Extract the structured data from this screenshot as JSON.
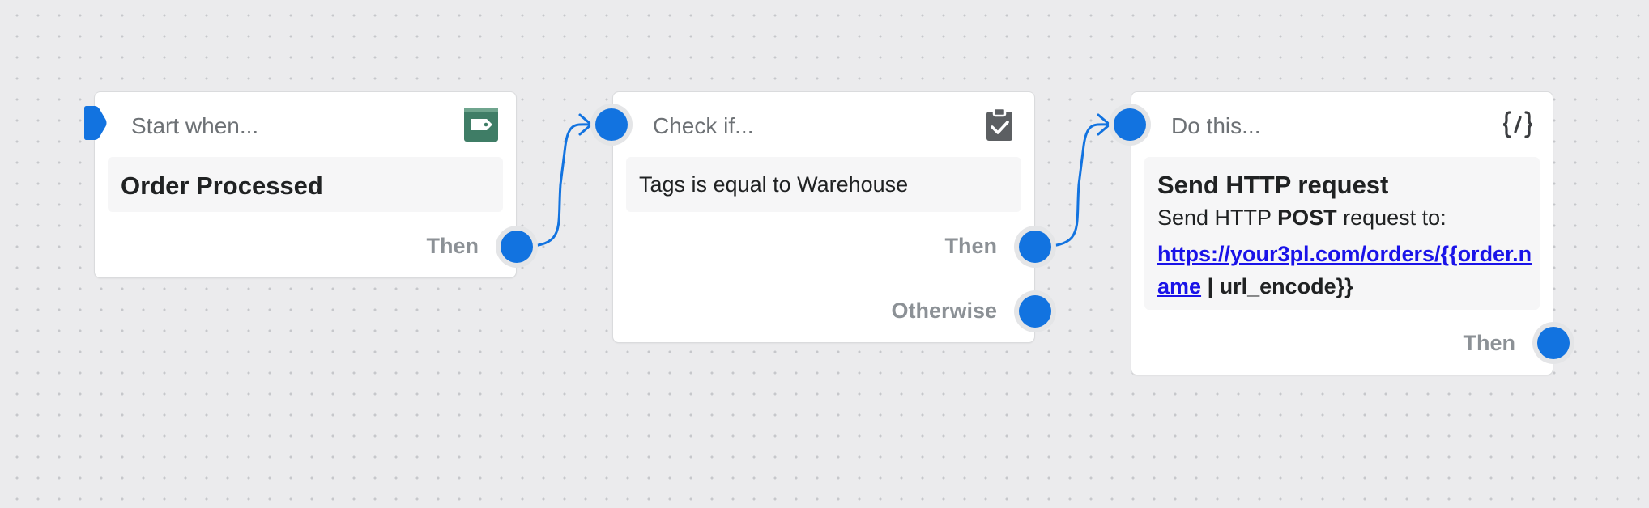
{
  "canvas": {
    "background": "#ebebed",
    "accent": "#1273e0"
  },
  "steps": [
    {
      "type": "trigger",
      "header": "Start when...",
      "icon": "order-tag-icon",
      "body": "Order Processed",
      "outputs": [
        "Then"
      ]
    },
    {
      "type": "condition",
      "header": "Check if...",
      "icon": "clipboard-check-icon",
      "body": "Tags is equal to Warehouse",
      "outputs": [
        "Then",
        "Otherwise"
      ]
    },
    {
      "type": "action",
      "header": "Do this...",
      "icon": "code-braces-icon",
      "action": {
        "title": "Send HTTP request",
        "text_before": "Send HTTP",
        "method": "POST",
        "text_after": "request to:",
        "url_link": "https://your3pl.com/orders/{{order.name",
        "url_rest": "| url_encode}}"
      },
      "outputs": [
        "Then"
      ]
    }
  ]
}
